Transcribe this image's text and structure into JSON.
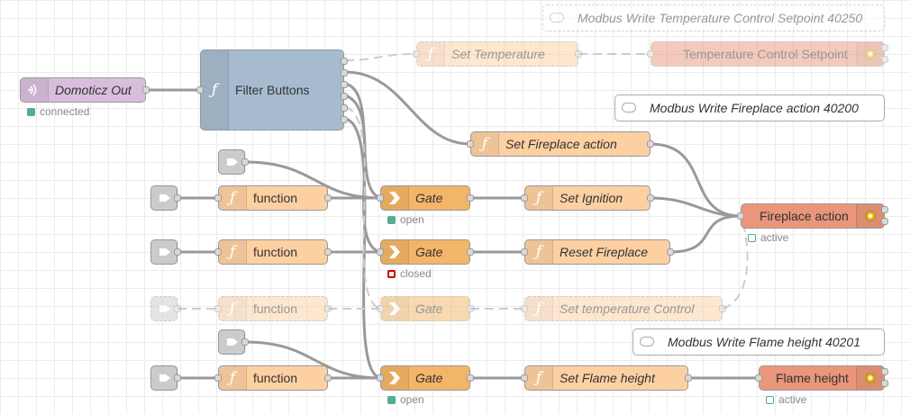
{
  "nodes": {
    "domoticz_out": {
      "label": "Domoticz Out",
      "status": "connected",
      "status_color": "#5a9",
      "color": "#d7bfdb"
    },
    "filter_buttons": {
      "label": "Filter Buttons",
      "color": "#a6bbcf"
    },
    "set_temperature": {
      "label": "Set Temperature",
      "disabled": true
    },
    "temp_control_setpoint": {
      "label": "Temperature Control Setpoint",
      "disabled": true,
      "color": "#e9967a"
    },
    "set_fireplace_action": {
      "label": "Set Fireplace action"
    },
    "function_1": {
      "label": "function"
    },
    "gate_1": {
      "label": "Gate",
      "status": "open"
    },
    "set_ignition": {
      "label": "Set Ignition"
    },
    "function_2": {
      "label": "function"
    },
    "gate_2": {
      "label": "Gate",
      "status": "closed"
    },
    "reset_fireplace": {
      "label": "Reset Fireplace"
    },
    "fireplace_action": {
      "label": "Fireplace action",
      "status": "active"
    },
    "function_3": {
      "label": "function",
      "disabled": true
    },
    "gate_3": {
      "label": "Gate",
      "disabled": true
    },
    "set_temperature_control": {
      "label": "Set temperature Control",
      "disabled": true
    },
    "function_4": {
      "label": "function"
    },
    "gate_4": {
      "label": "Gate",
      "status": "open"
    },
    "set_flame_height": {
      "label": "Set Flame height"
    },
    "flame_height": {
      "label": "Flame height",
      "status": "active"
    }
  },
  "comments": {
    "c1": {
      "label": "Modbus Write Temperature Control Setpoint 40250",
      "disabled": true
    },
    "c2": {
      "label": "Modbus Write Fireplace action 40200"
    },
    "c3": {
      "label": "Modbus Write Flame height 40201"
    }
  },
  "colors": {
    "function": "#fdd0a2",
    "gate": "#f3b567",
    "modbus_write": "#e9967a",
    "inject": "#d8d8d8",
    "domoticz": "#d7bfdb",
    "status_green": "#5a9",
    "status_red": "#c00"
  },
  "icons": {
    "function": "function-icon",
    "gate": "gate-arrow-icon",
    "inject": "inject-icon",
    "domoticz": "wireless-icon",
    "modbus": "gear-icon",
    "comment": "comment-icon"
  }
}
